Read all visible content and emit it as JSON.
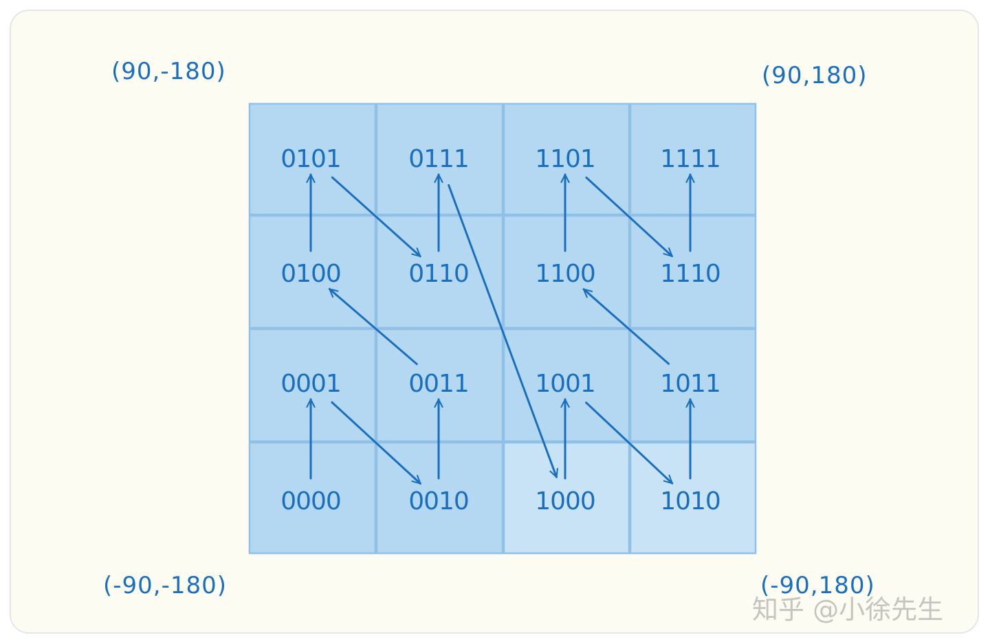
{
  "corners": {
    "top_left": "(90,-180)",
    "top_right": "(90,180)",
    "bottom_left": "(-90,-180)",
    "bottom_right": "(-90,180)"
  },
  "grid": {
    "rows": [
      [
        "0101",
        "0111",
        "1101",
        "1111"
      ],
      [
        "0100",
        "0110",
        "1100",
        "1110"
      ],
      [
        "0001",
        "0011",
        "1001",
        "1011"
      ],
      [
        "0000",
        "0010",
        "1000",
        "1010"
      ]
    ],
    "path_order": [
      "0000",
      "0001",
      "0010",
      "0011",
      "0100",
      "0101",
      "0110",
      "0111",
      "1000",
      "1001",
      "1010",
      "1011",
      "1100",
      "1101",
      "1110",
      "1111"
    ]
  },
  "colors": {
    "cell_fill": "#b4d8f2",
    "cell_fill_light": "#c8e3f6",
    "cell_stroke": "#8fc0e6",
    "ink": "#1a6ec0",
    "background": "#fdfcf3"
  },
  "watermark": "知乎 @小徐先生"
}
